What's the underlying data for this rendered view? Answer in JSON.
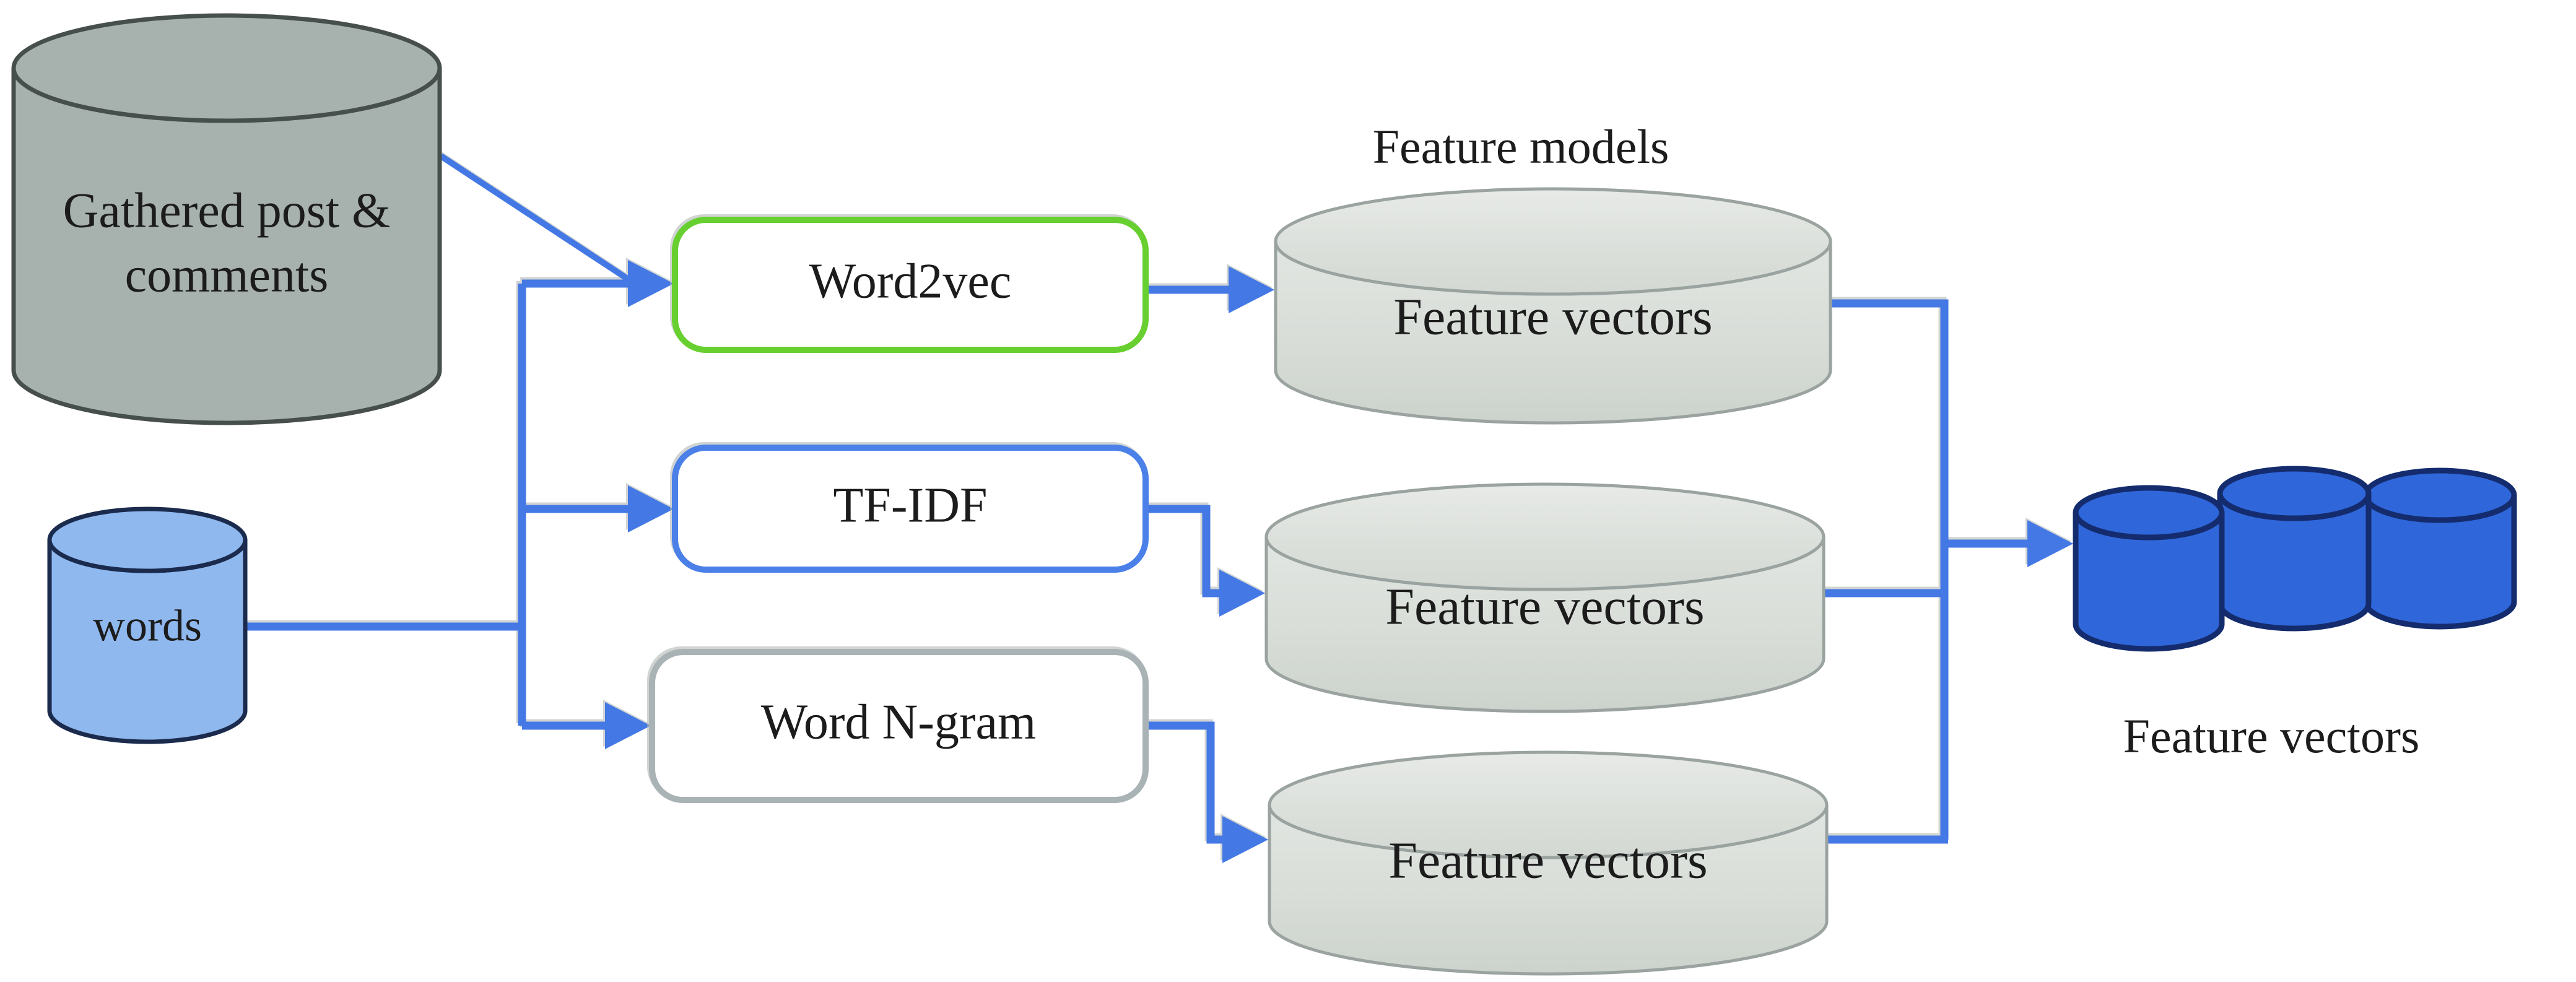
{
  "figure": {
    "background": "#ffffff",
    "description_labels": {
      "feature_models_title": "Feature models",
      "cluster_caption": "Feature vectors"
    }
  },
  "colors": {
    "bg": "#ffffff",
    "text": "#1c1c1c",
    "connector": "#4478e4",
    "gathered-fill": "#a7b1ad",
    "gathered-stroke": "#474f4d",
    "words-fill": "#8fb8ee",
    "words-stroke": "#1b2b4d",
    "graydb-fill": "#d8ddd8",
    "graydb-stroke": "#9aa39f",
    "cluster-fill": "#2f66da",
    "cluster-stroke": "#142c6d",
    "green-border": "#67cf2f",
    "blue-border": "#4a80e8",
    "gray-border": "#a9b2b4"
  },
  "nodes": {
    "gathered_db": {
      "label": "Gathered post & comments",
      "lines": [
        "Gathered post &",
        "comments"
      ],
      "shape": "cylinder",
      "fill": "#a7b1ad"
    },
    "words_db": {
      "label": "words",
      "shape": "cylinder",
      "fill": "#8fb8ee"
    },
    "word2vec_box": {
      "label": "Word2vec",
      "shape": "rounded-rect",
      "border": "#67cf2f"
    },
    "tfidf_box": {
      "label": "TF-IDF",
      "shape": "rounded-rect",
      "border": "#4a80e8"
    },
    "ngram_box": {
      "label": "Word N-gram",
      "shape": "rounded-rect",
      "border": "#a9b2b4"
    },
    "feature_models_title": "Feature models",
    "fv1_db": {
      "label": "Feature vectors",
      "shape": "cylinder",
      "fill": "#d8ddd8"
    },
    "fv2_db": {
      "label": "Feature vectors",
      "shape": "cylinder",
      "fill": "#d8ddd8"
    },
    "fv3_db": {
      "label": "Feature vectors",
      "shape": "cylinder",
      "fill": "#d8ddd8"
    },
    "fv_cluster": {
      "label": "Feature vectors",
      "shape": "cylinder-group",
      "fill": "#2f66da"
    }
  },
  "edges": [
    {
      "from": "gathered_db",
      "to": "word2vec_box",
      "style": "diagonal-arrow"
    },
    {
      "from": "words_db",
      "to": "word2vec_box",
      "style": "orthogonal-arrow"
    },
    {
      "from": "words_db",
      "to": "tfidf_box",
      "style": "orthogonal-arrow"
    },
    {
      "from": "words_db",
      "to": "ngram_box",
      "style": "orthogonal-arrow"
    },
    {
      "from": "word2vec_box",
      "to": "fv1_db",
      "style": "straight-arrow"
    },
    {
      "from": "tfidf_box",
      "to": "fv2_db",
      "style": "orthogonal-arrow"
    },
    {
      "from": "ngram_box",
      "to": "fv3_db",
      "style": "orthogonal-arrow"
    },
    {
      "from": "fv1_db",
      "to": "fv_cluster",
      "style": "merge-arrow"
    },
    {
      "from": "fv2_db",
      "to": "fv_cluster",
      "style": "merge-arrow"
    },
    {
      "from": "fv3_db",
      "to": "fv_cluster",
      "style": "merge-arrow"
    }
  ]
}
